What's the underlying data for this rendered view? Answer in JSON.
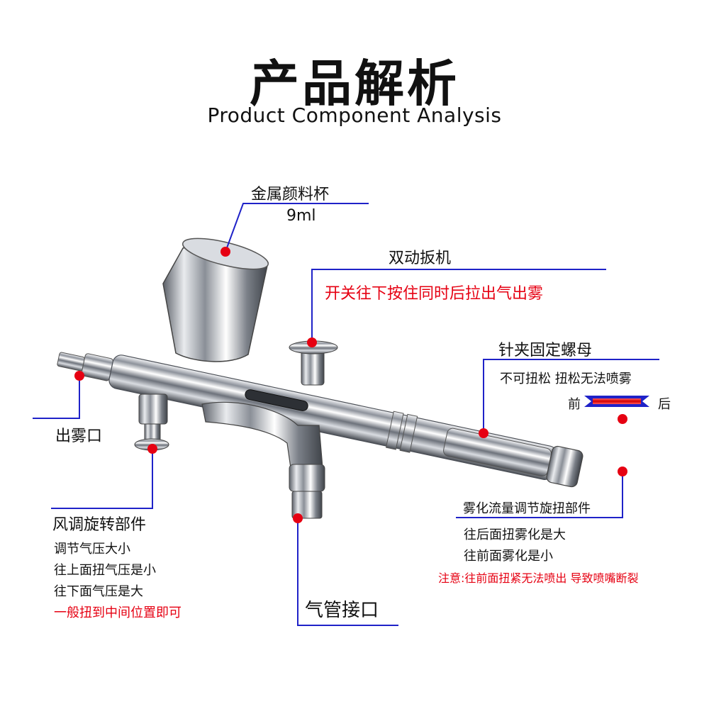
{
  "header": {
    "title": "产品解析",
    "subtitle": "Product Component Analysis"
  },
  "colors": {
    "leader_line": "#1f22c8",
    "marker_dot": "#e60012",
    "warning_text": "#e60012",
    "body_chrome": "#b8bcc4"
  },
  "components": {
    "paint_cup": {
      "name": "金属颜料杯",
      "capacity": "9ml"
    },
    "trigger": {
      "name": "双动扳机",
      "note": "开关往下按住同时后拉出气出雾"
    },
    "needle_nut": {
      "name": "针夹固定螺母",
      "note": "不可扭松 扭松无法喷雾",
      "front": "前",
      "back": "后"
    },
    "nozzle": {
      "name": "出雾口"
    },
    "air_valve": {
      "name": "风调旋转部件",
      "lines": [
        "调节气压大小",
        "往上面扭气压是小",
        "往下面气压是大"
      ],
      "warning": "一般扭到中间位置即可"
    },
    "air_inlet": {
      "name": "气管接口"
    },
    "flow_knob": {
      "name": "雾化流量调节旋扭部件",
      "lines": [
        "往后面扭雾化是大",
        "往前面雾化是小"
      ],
      "warning": "注意:往前面扭紧无法喷出 导致喷嘴断裂"
    }
  }
}
